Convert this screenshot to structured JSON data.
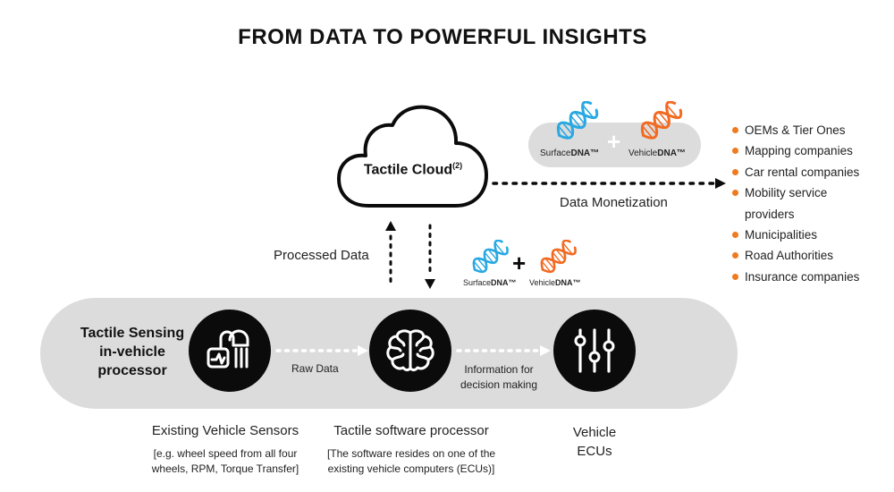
{
  "title": "FROM DATA TO POWERFUL INSIGHTS",
  "cloud": {
    "label": "Tactile Cloud",
    "superscript": "(2)"
  },
  "monetization": {
    "label": "Data Monetization",
    "surface_prefix": "Surface",
    "surface_suffix": "DNA™",
    "vehicle_prefix": "Vehicle",
    "vehicle_suffix": "DNA™",
    "plus": "+"
  },
  "mid_dna": {
    "surface_prefix": "Surface",
    "surface_suffix": "DNA™",
    "vehicle_prefix": "Vehicle",
    "vehicle_suffix": "DNA™",
    "plus": "+"
  },
  "processed_data": "Processed Data",
  "sensing": {
    "line1": "Tactile Sensing",
    "line2": "in-vehicle",
    "line3": "processor"
  },
  "flow": {
    "raw_data": "Raw Data",
    "info_line1": "Information for",
    "info_line2": "decision making"
  },
  "captions": {
    "sensors_title": "Existing Vehicle Sensors",
    "sensors_sub1": "[e.g. wheel speed from all four",
    "sensors_sub2": "wheels, RPM, Torque Transfer]",
    "processor_title": "Tactile software processor",
    "processor_sub1": "[The software resides on one of the",
    "processor_sub2": "existing vehicle computers (ECUs)]",
    "ecu_line1": "Vehicle",
    "ecu_line2": "ECUs"
  },
  "customers": [
    "OEMs & Tier Ones",
    "Mapping companies",
    "Car rental companies",
    "Mobility service",
    "providers",
    "Municipalities",
    "Road Authorities",
    "Insurance companies"
  ],
  "colors": {
    "accent_orange": "#f07a1e",
    "dna_blue": "#29a9e1",
    "dna_orange": "#f26a21",
    "pill_gray": "#dcdcdc",
    "circle_black": "#0b0b0b"
  },
  "icons": {
    "sensor": "sensor-hand-icon",
    "processor": "brain-icon",
    "ecu": "sliders-icon",
    "cloud": "cloud-icon",
    "dna": "dna-icon"
  }
}
